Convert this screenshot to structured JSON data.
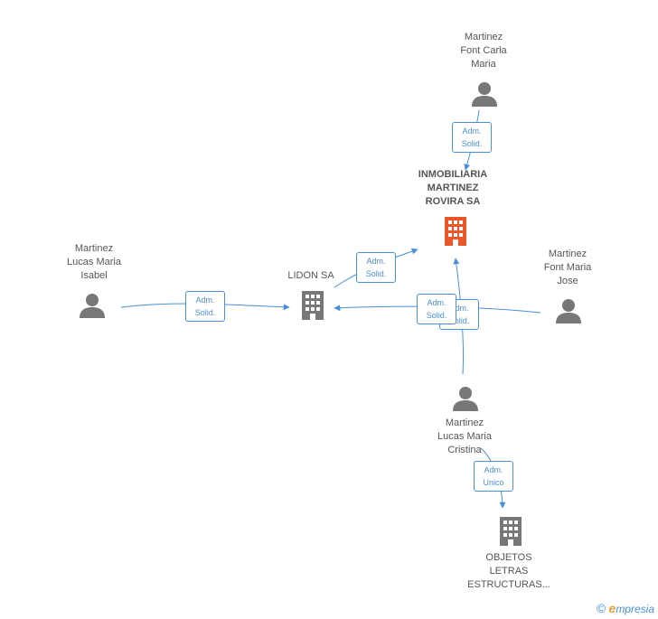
{
  "nodes": {
    "martinez_font_carla": {
      "lines": [
        "Martinez",
        "Font Carla",
        "Maria"
      ]
    },
    "inmobiliaria": {
      "lines": [
        "INMOBILIARIA",
        "MARTINEZ",
        "ROVIRA SA"
      ]
    },
    "martinez_lucas_isabel": {
      "lines": [
        "Martinez",
        "Lucas Maria",
        "Isabel"
      ]
    },
    "lidon": {
      "lines": [
        "LIDON SA"
      ]
    },
    "martinez_font_jose": {
      "lines": [
        "Martinez",
        "Font Maria",
        "Jose"
      ]
    },
    "martinez_lucas_cristina": {
      "lines": [
        "Martinez",
        "Lucas Maria",
        "Cristina"
      ]
    },
    "objetos": {
      "lines": [
        "OBJETOS",
        "LETRAS",
        "ESTRUCTURAS..."
      ]
    }
  },
  "badges": {
    "b1": [
      "Adm.",
      "Solid."
    ],
    "b2": [
      "Adm.",
      "Solid."
    ],
    "b3": [
      "Adm.",
      "Solid."
    ],
    "b4": [
      "Adm.",
      "Solid."
    ],
    "b5": [
      "Adm.",
      "Solid."
    ],
    "b6": [
      "Adm.",
      "Unico"
    ]
  },
  "footer": {
    "copyright": "©",
    "brand_first": "e",
    "brand_rest": "mpresia"
  },
  "colors": {
    "edge": "#4a90d9",
    "person": "#777777",
    "company": "#777777",
    "highlight": "#e8562a"
  }
}
